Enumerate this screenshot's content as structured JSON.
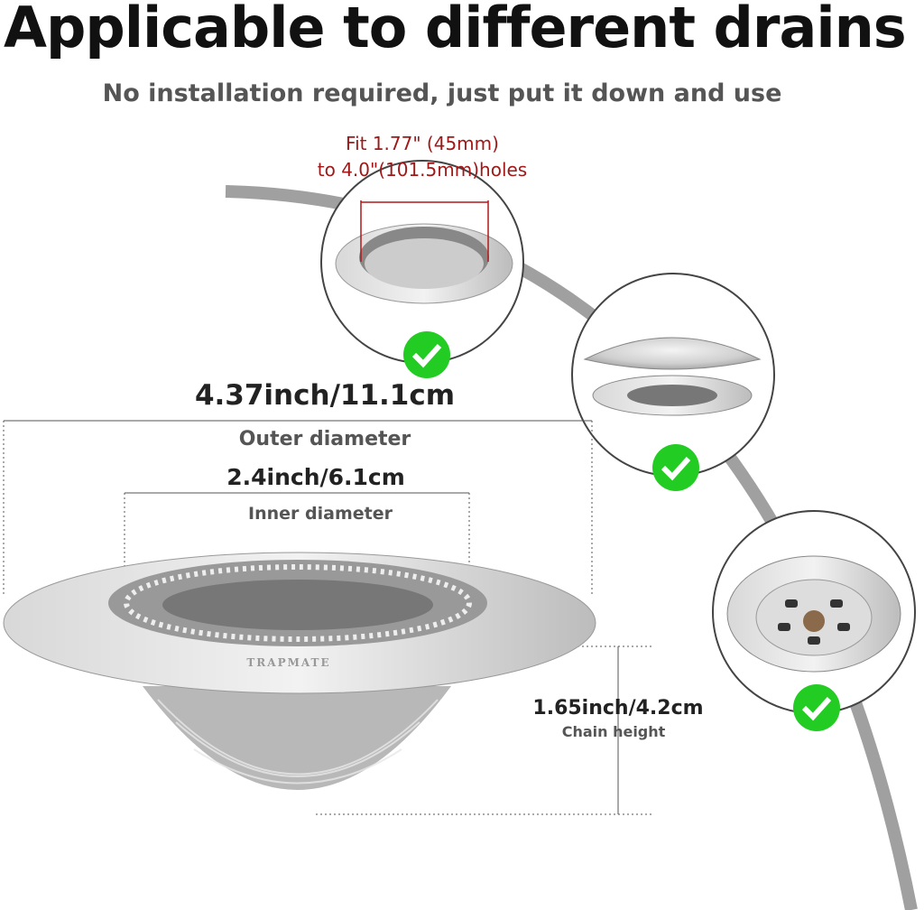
{
  "header": {
    "title": "Applicable to different drains",
    "subtitle": "No installation required, just put it down and use"
  },
  "fit_note": {
    "line1": "Fit 1.77\" (45mm)",
    "line2": "to 4.0\"(101.5mm)holes"
  },
  "dimensions": {
    "outer_value": "4.37inch/11.1cm",
    "outer_label": "Outer diameter",
    "inner_value": "2.4inch/6.1cm",
    "inner_label": "Inner diameter",
    "height_value": "1.65inch/4.2cm",
    "height_label": "Chain height"
  },
  "product": {
    "brand": "TRAPMATE"
  },
  "colors": {
    "check": "#22cc22",
    "accent_red": "#a01818",
    "arc": "#999999"
  },
  "icons": [
    "check-icon",
    "check-icon",
    "check-icon"
  ]
}
